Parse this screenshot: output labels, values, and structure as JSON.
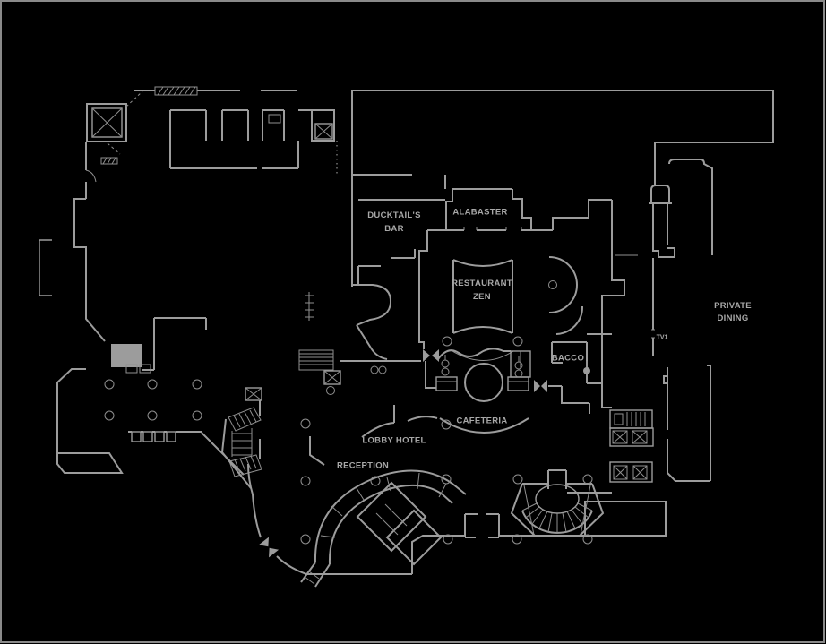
{
  "canvas": {
    "background": "#000000",
    "wall_color": "#9c9c9c",
    "detail_color": "#8f8f8f",
    "text_color": "#a8a8a8",
    "frame_color": "#8a8a8a"
  },
  "plan": {
    "type": "hotel-ground-floor-plan",
    "rooms": {
      "ducktails_bar": {
        "line1": "DUCKTAIL'S",
        "line2": "BAR"
      },
      "alabaster": {
        "label": "ALABASTER"
      },
      "restaurant_zen": {
        "line1": "RESTAURANT",
        "line2": "ZEN"
      },
      "bacco": {
        "label": "BACCO"
      },
      "private_dining": {
        "line1": "PRIVATE",
        "line2": "DINING"
      },
      "cafeteria": {
        "label": "CAFETERIA"
      },
      "lobby_hotel": {
        "label": "LOBBY HOTEL"
      },
      "reception": {
        "label": "RECEPTION"
      },
      "door_tag": {
        "label": "TV1"
      }
    }
  }
}
